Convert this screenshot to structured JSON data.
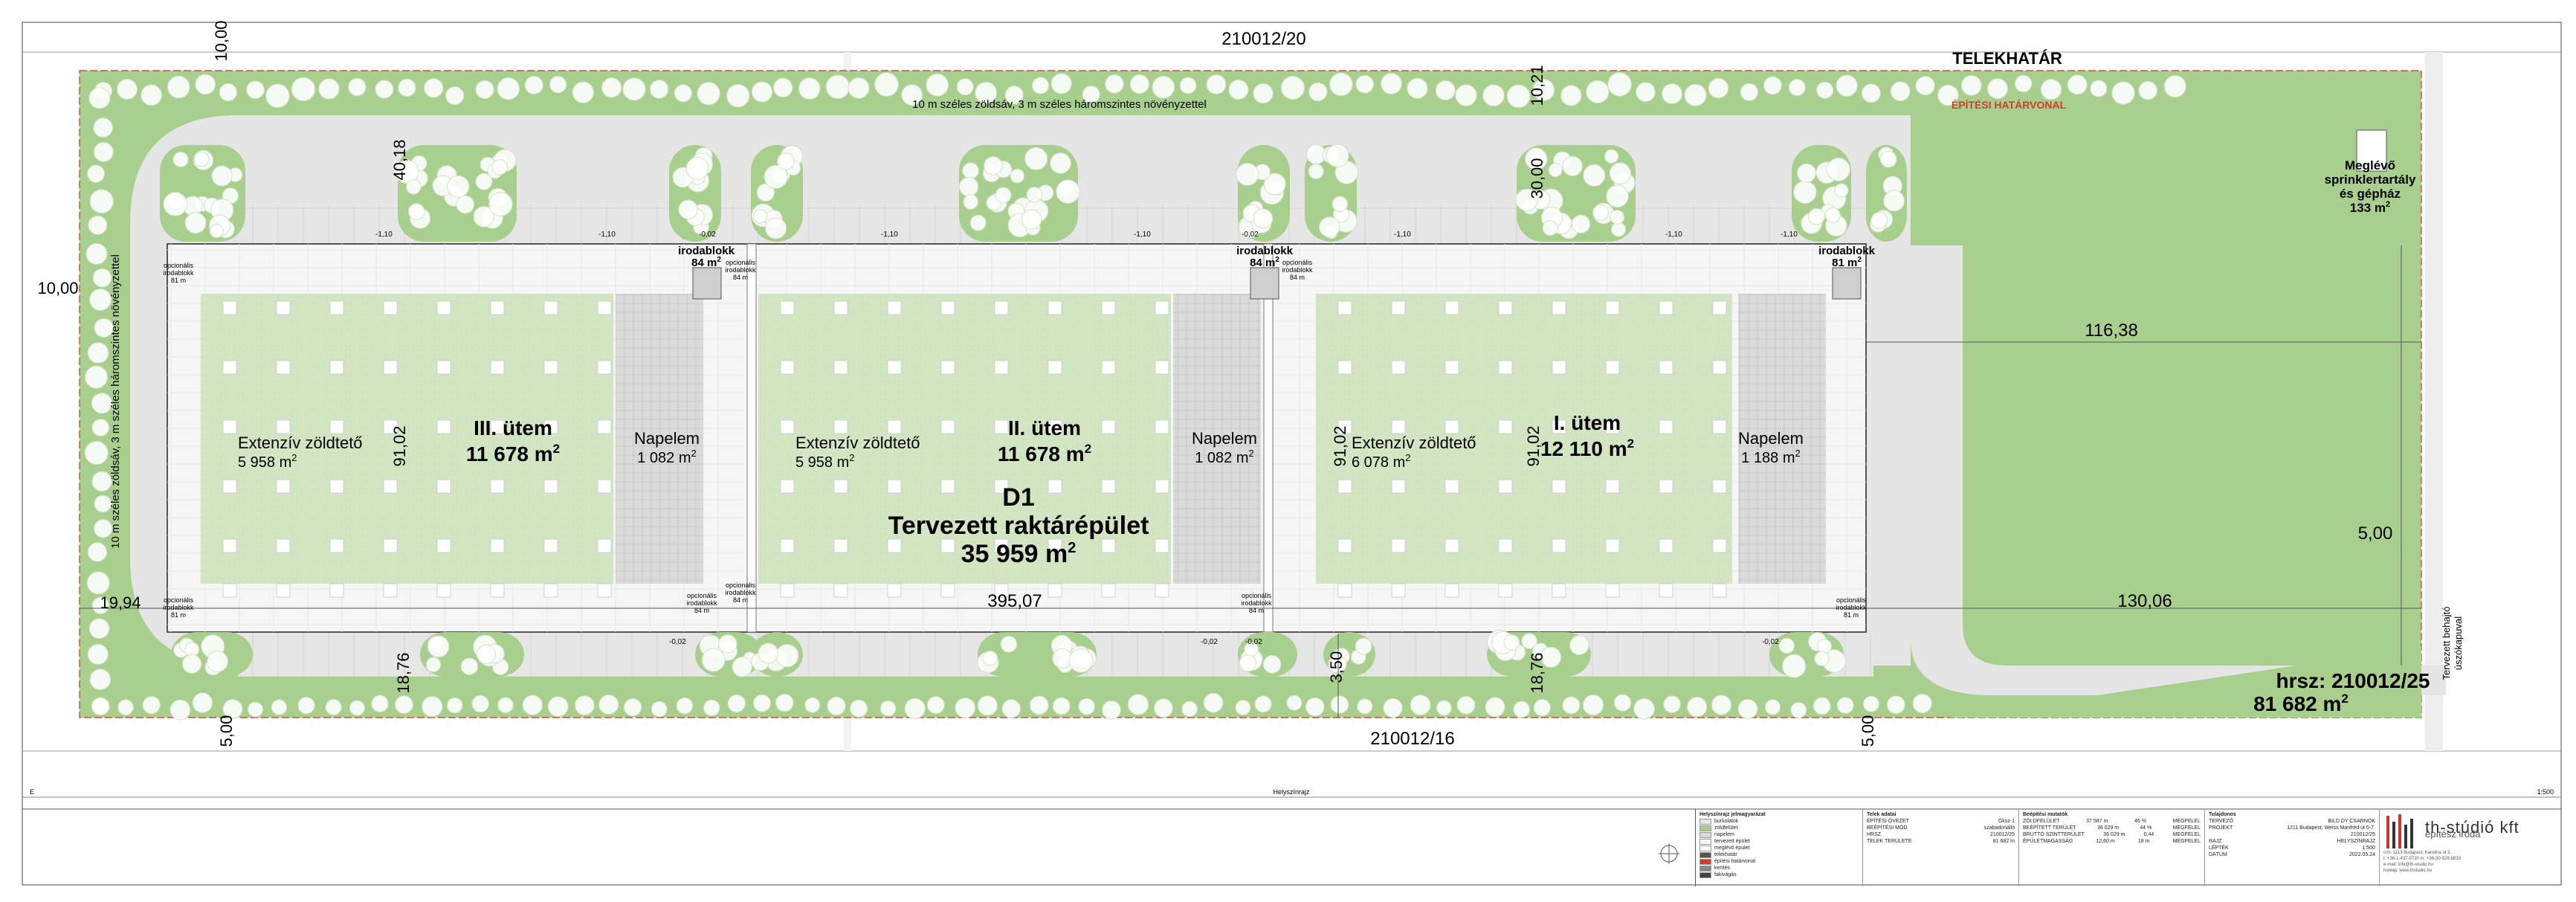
{
  "colors": {
    "green": "#a9cf8f",
    "light_green": "#d3e6c4",
    "tree": "#ffffff",
    "road": "#e5e5e5",
    "building": "#f6f6f6",
    "solar": "#dcdcdc",
    "red": "#d23b2a"
  },
  "plot": {
    "boundary_label": "TELEKHATÁR",
    "building_line_label": "ÉPÍTÉSI HATÁRVONAL",
    "green_strip_top": "10 m széles zöldsáv, 3 m széles háromszintes növényzettel",
    "green_strip_left": "10 m széles zöldsáv, 3 m széles háromszintes növényzettel",
    "neighbor_top": "210012/20",
    "neighbor_bottom": "210012/16",
    "parcel_number": "hrsz: 210012/25",
    "parcel_area": "81 682 m",
    "existing_building": [
      "Meglévő",
      "sprinklertartály",
      "és gépház",
      "133 m"
    ],
    "fence_note": [
      "Tervezett behajtó",
      "úszókapuval"
    ]
  },
  "building": {
    "name": "D1",
    "desc": "Tervezett raktárépület",
    "area": "35 959 m",
    "phases": [
      {
        "title": "III. ütem",
        "area": "11 678 m",
        "green_label": "Extenzív zöldtető",
        "green_area": "5 958 m",
        "solar_label": "Napelem",
        "solar_area": "1 082 m"
      },
      {
        "title": "II. ütem",
        "area": "11 678 m",
        "green_label": "Extenzív zöldtető",
        "green_area": "5 958 m",
        "solar_label": "Napelem",
        "solar_area": "1 082 m"
      },
      {
        "title": "I. ütem",
        "area": "12 110 m",
        "green_label": "Extenzív zöldtető",
        "green_area": "6 078 m",
        "solar_label": "Napelem",
        "solar_area": "1 188 m"
      }
    ],
    "office_blocks": [
      {
        "label": "irodablokk",
        "area": "84 m"
      },
      {
        "label": "irodablokk",
        "area": "84 m"
      },
      {
        "label": "irodablokk",
        "area": "81 m"
      }
    ],
    "optional_office": [
      "opcionális",
      "irodablokk"
    ],
    "optional_areas": [
      "81 m",
      "84 m",
      "84 m",
      "84 m",
      "84 m",
      "84 m",
      "81 m"
    ]
  },
  "dimensions": {
    "d_10_00_top": "10,00",
    "d_10_21": "10,21",
    "d_40_18": "40,18",
    "d_30_00": "30,00",
    "d_10_00_left": "10,00",
    "d_116_38": "116,38",
    "d_91_02": "91,02",
    "d_5_00_right": "5,00",
    "d_19_94": "19,94",
    "d_395_07": "395,07",
    "d_130_06": "130,06",
    "d_18_76": "18,76",
    "d_3_50": "3,50",
    "d_5_00_bottom": "5,00"
  },
  "levels": [
    "-1,10",
    "-1,10",
    "-1,10",
    "-1,10",
    "-1,10",
    "-0,02",
    "-1,10",
    "-1,10",
    "-0,02",
    "-0,02",
    "-0,02",
    "-0,02",
    "-0,02"
  ],
  "footer_strip": {
    "left": "E",
    "center": "Helyszínrajz",
    "right": "1:500"
  },
  "title_block": {
    "legend_title": "Helyszínrajz jelmagyarázat",
    "legend_items": [
      "burkolatok",
      "zöldfelület",
      "napelem",
      "tervezett épület",
      "meglévő épület",
      "telekhatár",
      "építési határvonal",
      "kerítés",
      "fakivágás"
    ],
    "plot_title": "Telek adatai",
    "plot_rows": [
      [
        "ÉPÍTÉSI ÖVEZET",
        "Gksz-1"
      ],
      [
        "BEÉPÍTÉSI MÓD",
        "szabadonálló"
      ],
      [
        "HRSZ",
        "210012/25"
      ],
      [
        "TELEK TERÜLETE",
        "81 682 m"
      ]
    ],
    "build_title": "Beépítési mutatók",
    "build_rows": [
      [
        "ZÖLDFELÜLET",
        "37 587 m",
        "46 %",
        "MEGFELEL"
      ],
      [
        "BEÉPÍTETT TERÜLET",
        "36 029 m",
        "44 %",
        "MEGFELEL"
      ],
      [
        "BRUTTÓ SZINTTERÜLET",
        "36 029 m",
        "0,44",
        "MEGFELEL"
      ],
      [
        "ÉPÜLETMAGASSÁG",
        "12,60 m",
        "18 m",
        "MEGFELEL"
      ]
    ],
    "client_title": "Tulajdonos",
    "client_rows": [
      [
        "TERVEZŐ",
        "BILD DY CSARNOK"
      ],
      [
        "PROJEKT",
        "1211 Budapest, Weiss Manfréd út 5-7."
      ],
      [
        "",
        "210012/25"
      ],
      [
        "RAJZ",
        "HELYSZÍNRAJZ"
      ],
      [
        "LÉPTÉK",
        "1:500"
      ],
      [
        "DÁTUM",
        "2022.05.24"
      ]
    ],
    "logo_name": "th-stúdió kft",
    "logo_sub": "építész iroda",
    "logo_addr": [
      "cím: 1113 Budapest, Karolina út 3.",
      "t: +36-1-437-0720  m: +36-30-928-8833",
      "e-mail: info@th-studio.hu",
      "honlap: www.thstudio.hu"
    ]
  }
}
